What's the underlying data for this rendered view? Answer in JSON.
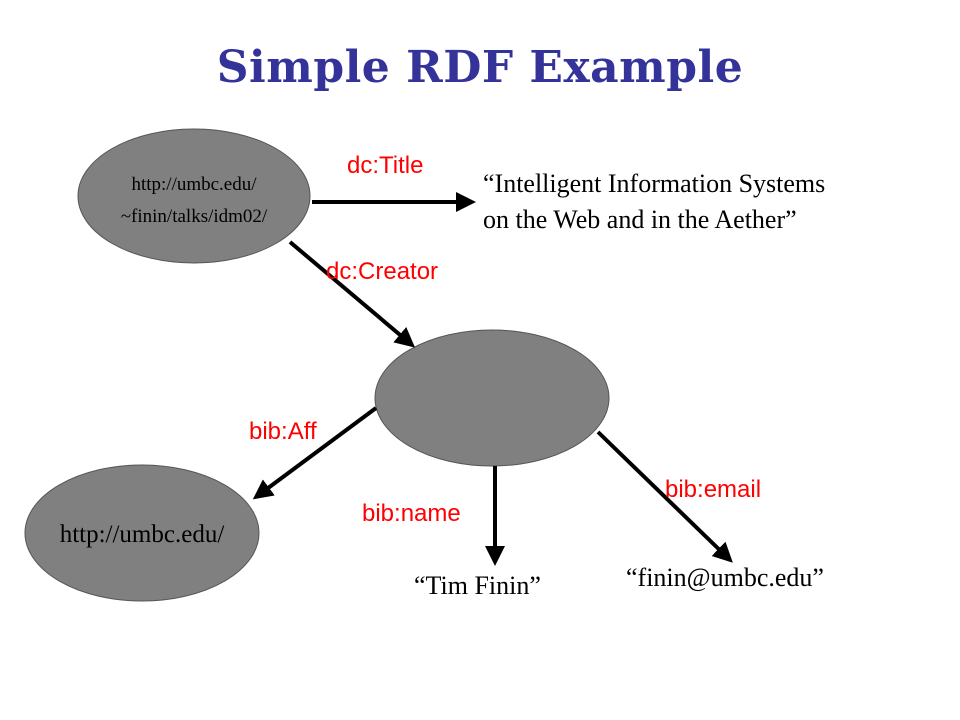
{
  "title": "Simple RDF Example",
  "colors": {
    "title": "#333399",
    "node_fill": "#808080",
    "edge_label": "#ff0000",
    "arrow": "#000000"
  },
  "nodes": {
    "document": {
      "line1": "http://umbc.edu/",
      "line2": "~finin/talks/idm02/"
    },
    "person": {
      "label": ""
    },
    "org": {
      "label": "http://umbc.edu/"
    }
  },
  "edges": {
    "title": "dc:Title",
    "creator": "dc:Creator",
    "aff": "bib:Aff",
    "name": "bib:name",
    "email": "bib:email"
  },
  "literals": {
    "title_line1": "“Intelligent Information Systems",
    "title_line2": "on the Web and in the Aether”",
    "name": "“Tim Finin”",
    "email": "“finin@umbc.edu”"
  }
}
